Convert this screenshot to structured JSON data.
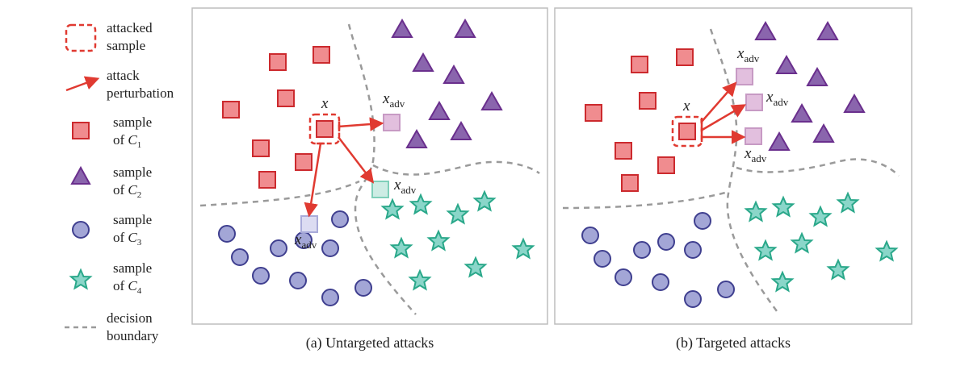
{
  "legend": {
    "attacked_sample": [
      "attacked",
      "sample"
    ],
    "attack_perturbation": [
      "attack",
      "perturbation"
    ],
    "class1": {
      "prefix": "sample",
      "of": "of",
      "var": "C",
      "sub": "1"
    },
    "class2": {
      "prefix": "sample",
      "of": "of",
      "var": "C",
      "sub": "2"
    },
    "class3": {
      "prefix": "sample",
      "of": "of",
      "var": "C",
      "sub": "3"
    },
    "class4": {
      "prefix": "sample",
      "of": "of",
      "var": "C",
      "sub": "4"
    },
    "boundary": [
      "decision",
      "boundary"
    ]
  },
  "labels": {
    "x": "x",
    "xadv_var": "x",
    "xadv_sub": "adv"
  },
  "captions": {
    "a": "(a) Untargeted attacks",
    "b": "(b) Targeted attacks"
  },
  "colors": {
    "c1_fill": "#f08c8f",
    "c1_stroke": "#cc2a2e",
    "c2_fill": "#8a65ad",
    "c2_stroke": "#6a2f8d",
    "c3_fill": "#a3a6d6",
    "c3_stroke": "#3f3f8f",
    "c4_fill": "#8ad6c9",
    "c4_stroke": "#2aa88a",
    "arrow": "#e03a31",
    "boundary": "#9a9a9a",
    "panel_border": "#bdbdbd"
  }
}
